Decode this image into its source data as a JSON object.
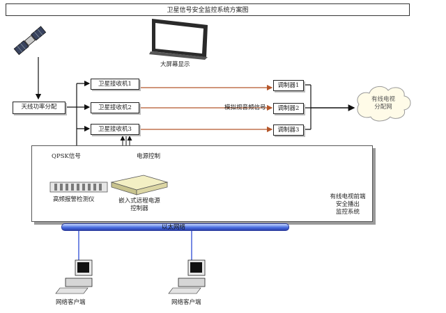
{
  "title": "卫星信号安全监控系统方案图",
  "display_label": "大屏幕显示",
  "antenna_splitter": "天线功率分配",
  "receivers": [
    "卫星接收机1",
    "卫星接收机2",
    "卫星接收机3"
  ],
  "modulators": [
    "调制器1",
    "调制器2",
    "调制器3"
  ],
  "av_signal_label": "模拟视音频信号",
  "cable_network": [
    "有线电视",
    "分配网"
  ],
  "qpsk_label": "QPSK信号",
  "power_control_label": "电源控制",
  "monitor_label": "高频报警检测仪",
  "controller_label": [
    "嵌入式远程电源",
    "控制器"
  ],
  "headend_label": [
    "有线电视前端",
    "安全播出",
    "监控系统"
  ],
  "lan_label": "以太网络",
  "clients": [
    "网络客户端",
    "网络客户端"
  ],
  "colors": {
    "signal_arrow": "#b5562a",
    "lan": "#3456d0",
    "lan_line": "#1a3bd0"
  }
}
